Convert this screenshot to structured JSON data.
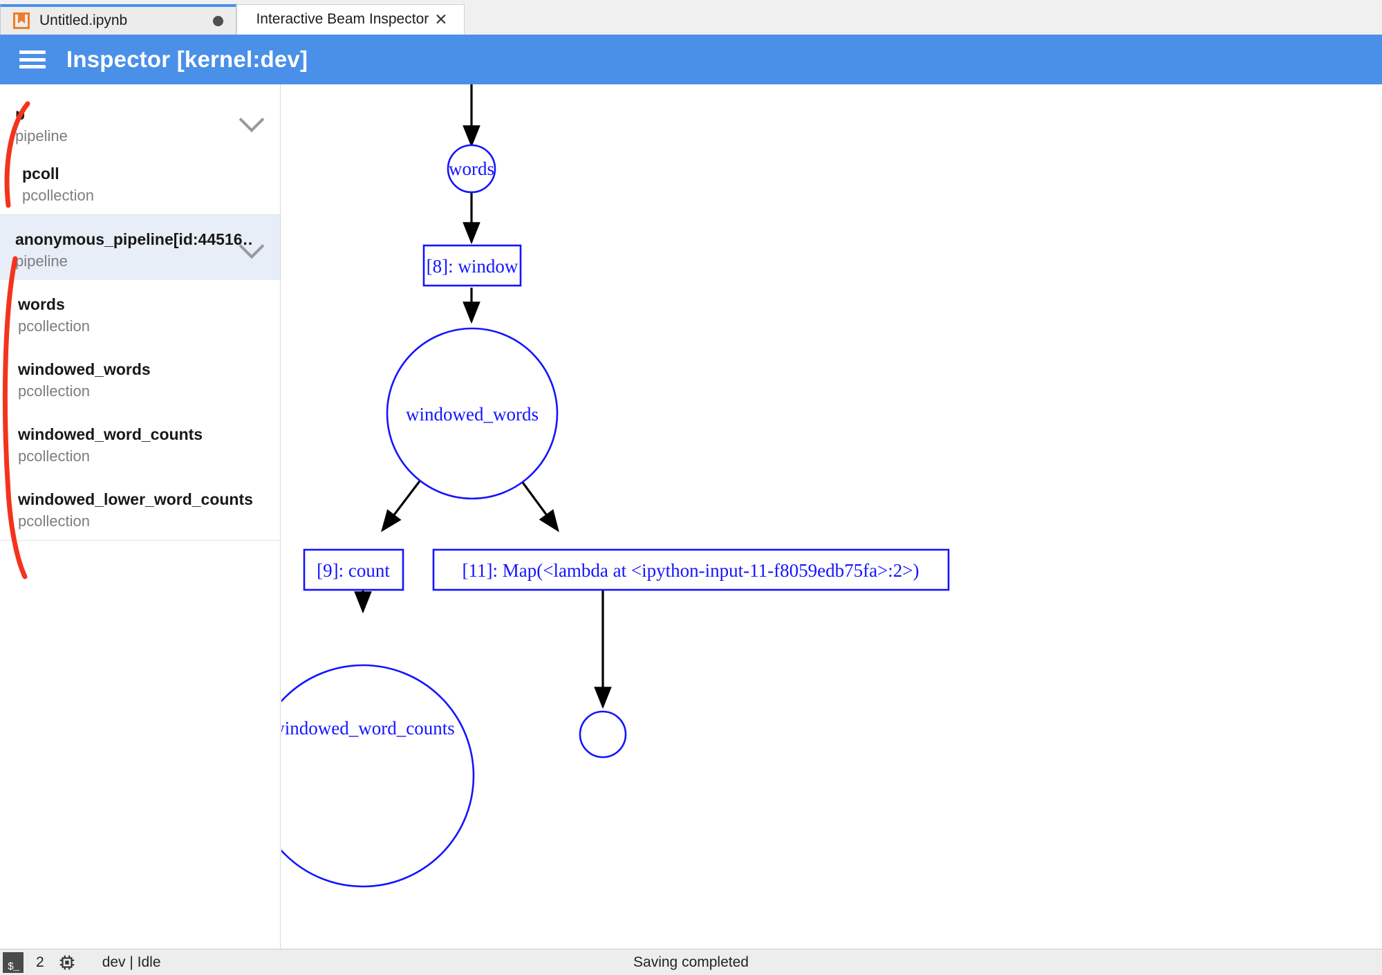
{
  "tabs": [
    {
      "label": "Untitled.ipynb",
      "icon": "notebook-icon",
      "dirty": true,
      "active": false
    },
    {
      "label": "Interactive Beam Inspector",
      "icon": "close-icon",
      "close": "✕",
      "active": true
    }
  ],
  "header": {
    "menu_icon": "hamburger-icon",
    "title": "Inspector [kernel:dev]",
    "accent_color": "#4a90e8"
  },
  "sidebar": {
    "groups": [
      {
        "items": [
          {
            "name": "p",
            "type": "pipeline",
            "expandable": true,
            "selected": false
          },
          {
            "name": "pcoll",
            "type": "pcollection",
            "expandable": false,
            "selected": false
          }
        ]
      },
      {
        "items": [
          {
            "name": "anonymous_pipeline[id:44516…",
            "type": "pipeline",
            "expandable": true,
            "selected": true
          },
          {
            "name": "words",
            "type": "pcollection",
            "expandable": false,
            "selected": false
          },
          {
            "name": "windowed_words",
            "type": "pcollection",
            "expandable": false,
            "selected": false
          },
          {
            "name": "windowed_word_counts",
            "type": "pcollection",
            "expandable": false,
            "selected": false
          },
          {
            "name": "windowed_lower_word_counts",
            "type": "pcollection",
            "expandable": false,
            "selected": false
          }
        ]
      }
    ],
    "annotation_color": "#f4331d"
  },
  "graph": {
    "node_color": "#1414ff",
    "edge_color": "#000000",
    "nodes": [
      {
        "id": "words",
        "label": "words",
        "shape": "circle"
      },
      {
        "id": "window",
        "label": "[8]: window",
        "shape": "box"
      },
      {
        "id": "windowed_words",
        "label": "windowed_words",
        "shape": "circle"
      },
      {
        "id": "count",
        "label": "[9]: count",
        "shape": "box"
      },
      {
        "id": "map",
        "label": "[11]: Map(<lambda at <ipython-input-11-f8059edb75fa>:2>)",
        "shape": "box"
      },
      {
        "id": "windowed_word_counts",
        "label": "windowed_word_counts",
        "shape": "circle"
      },
      {
        "id": "lower_counts",
        "label": "",
        "shape": "circle"
      }
    ],
    "edges": [
      {
        "from": "entry",
        "to": "words"
      },
      {
        "from": "words",
        "to": "window"
      },
      {
        "from": "window",
        "to": "windowed_words"
      },
      {
        "from": "windowed_words",
        "to": "count"
      },
      {
        "from": "windowed_words",
        "to": "map"
      },
      {
        "from": "count",
        "to": "windowed_word_counts"
      },
      {
        "from": "map",
        "to": "lower_counts"
      }
    ]
  },
  "statusbar": {
    "terminal_icon": "terminal-icon",
    "terminal_badge": "$_",
    "count": "2",
    "cpu_icon": "chip-icon",
    "kernel_status": "dev | Idle",
    "message": "Saving completed"
  }
}
